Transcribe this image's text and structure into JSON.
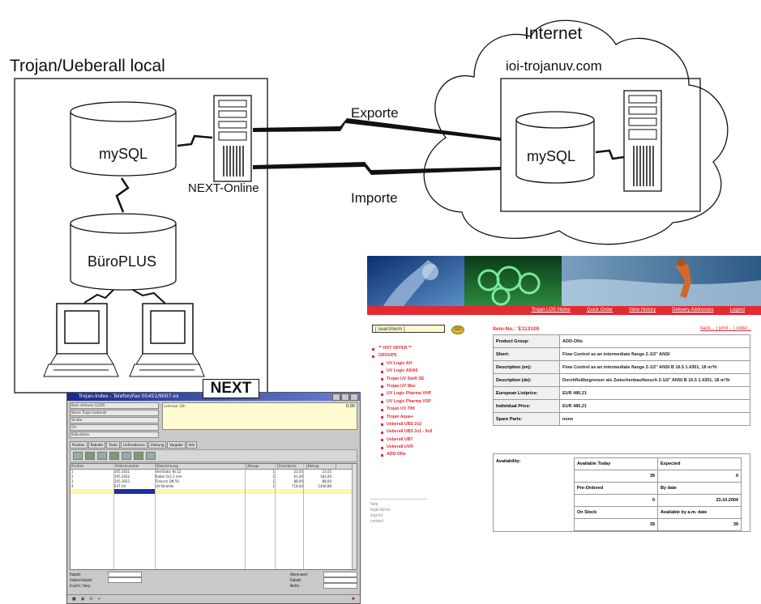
{
  "local": {
    "title": "Trojan/Ueberall local",
    "db_label": "mySQL",
    "erp_label": "BüroPLUS",
    "server_label": "NEXT-Online",
    "next_label": "NEXT"
  },
  "arrows": {
    "export_label": "Exporte",
    "import_label": "Importe"
  },
  "cloud": {
    "title": "Internet",
    "host": "ioi-trojanuv.com",
    "db_label": "mySQL"
  },
  "next_app": {
    "window_title": "Trojan-Index - Telefon/Fax 05451/9007-xx",
    "form_rows": [
      "Best.-Adresse 12345",
      "Name Trojan-Ueberall",
      "Straße",
      "Ort",
      "Kalkulation"
    ],
    "memo_text": "Lieferbar 24h",
    "amount": "0,00",
    "tabs": [
      "Position",
      "Rabatte",
      "Texte",
      "Lieferadresse",
      "Zahlung",
      "Vorgabe",
      "Info"
    ],
    "columns": [
      "Position",
      "Artikelnummer",
      "Bezeichnung",
      "Menge",
      "Einzelpreis",
      "Betrag"
    ],
    "rows": [
      [
        "1",
        "205.3021",
        "Ventilator Nr.12",
        "1",
        "22,05",
        "22,05"
      ],
      [
        "2",
        "205.3022",
        "Kabel 5x1,5 mm",
        "2",
        "91,00",
        "182,00"
      ],
      [
        "3",
        "205.3023",
        "Flansch DN 50",
        "1",
        "88,00",
        "88,00"
      ],
      [
        "4",
        "EVT-UV",
        "UV-Strahler",
        "2",
        "718,44",
        "1436,88"
      ]
    ],
    "bottom_left": [
      "Rabatt",
      "Artikel-Rabatt",
      "Fracht / Verp."
    ],
    "bottom_right": [
      "Warenwert",
      "Rabatt",
      "Netto"
    ]
  },
  "web": {
    "nav_items": [
      "Trojan LOS Home",
      "Quick Order",
      "View History",
      "Delivery Addresses",
      "Logout"
    ],
    "search_placeholder": "[ searchterm ]",
    "search_go": "GO",
    "item_no": "Item-No.: 'E113100",
    "item_links": "back... | print... | order...",
    "sidebar": [
      {
        "label": "** HOT OFFER **",
        "sub": false
      },
      {
        "label": "GROUPS",
        "sub": false
      },
      {
        "label": "UV Logic AH",
        "sub": true
      },
      {
        "label": "UV Logic A5/A6",
        "sub": true
      },
      {
        "label": "Trojan UV Swift SE",
        "sub": true
      },
      {
        "label": "Trojan UV Max",
        "sub": true
      },
      {
        "label": "UV Logic Pharma VHP",
        "sub": true
      },
      {
        "label": "UV Logic Pharma VSP",
        "sub": true
      },
      {
        "label": "Trojan UV 70K",
        "sub": true
      },
      {
        "label": "Trojan Aqua+",
        "sub": true
      },
      {
        "label": "Ueberall UBS 2x2",
        "sub": true
      },
      {
        "label": "Ueberall UBS 3x1 - 9x9",
        "sub": true
      },
      {
        "label": "Ueberall UBT",
        "sub": true
      },
      {
        "label": "Ueberall UVR",
        "sub": true
      },
      {
        "label": "ADD-ONs",
        "sub": true
      }
    ],
    "footer_links": [
      "help",
      "legal terms",
      "imprint",
      "contact"
    ],
    "spec_rows": [
      {
        "key": "Product Group:",
        "value": "ADD-ONs"
      },
      {
        "key": "Short:",
        "value": "Flow Control as an intermediate flange 2-1/2\" ANSI"
      },
      {
        "key": "Description (en):",
        "value": "Flow Control as an intermediate flange 2-1/2\" ANSI B 16.5 1.4301, 18 m³/h"
      },
      {
        "key": "Description (de):",
        "value": "Durchflußbegrenzer als Zwischenbauflansch 2-1/2\" ANSI B 16.5 1.4301, 18 m³/h"
      },
      {
        "key": "European Listprice:",
        "value": "EUR 486,21"
      },
      {
        "key": "Individual Price:",
        "value": "EUR 486,21"
      },
      {
        "key": "Spare Parts:",
        "value": "none"
      }
    ],
    "availability_label": "Availability:",
    "availability": [
      [
        "Available Today",
        "Expected"
      ],
      [
        "39",
        "0"
      ],
      [
        "Pre-Ordered",
        "By date"
      ],
      [
        "0",
        "23.10.2004"
      ],
      [
        "On Stock",
        "Available by a.m. date"
      ],
      [
        "39",
        "39"
      ]
    ]
  }
}
